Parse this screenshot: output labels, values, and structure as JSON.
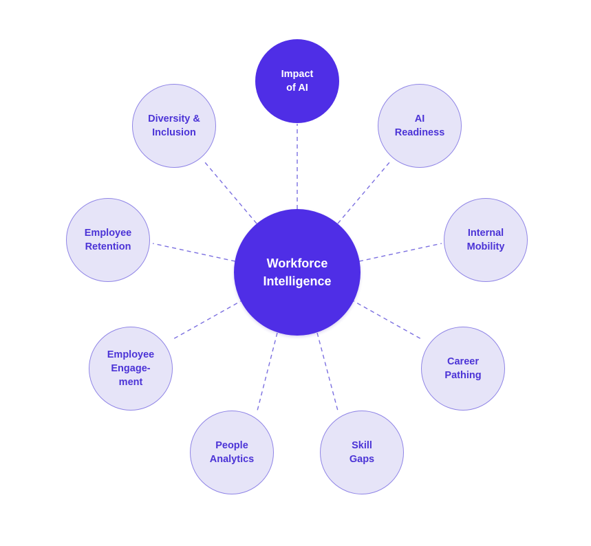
{
  "colors": {
    "hub_fill": "#4f2ee6",
    "satellite_fill": "#e6e4f8",
    "satellite_border": "#8f84e6",
    "satellite_text": "#4b33d6",
    "connector": "#7b6fe0"
  },
  "hub": {
    "label": "Workforce\nIntelligence"
  },
  "topics": {
    "impact_of_ai": "Impact\nof AI",
    "ai_readiness": "AI\nReadiness",
    "internal_mobility": "Internal\nMobility",
    "career_pathing": "Career\nPathing",
    "skill_gaps": "Skill\nGaps",
    "people_analytics": "People\nAnalytics",
    "employee_engagement": "Employee\nEngage-\nment",
    "employee_retention": "Employee\nRetention",
    "diversity_inclusion": "Diversity &\nInclusion"
  }
}
